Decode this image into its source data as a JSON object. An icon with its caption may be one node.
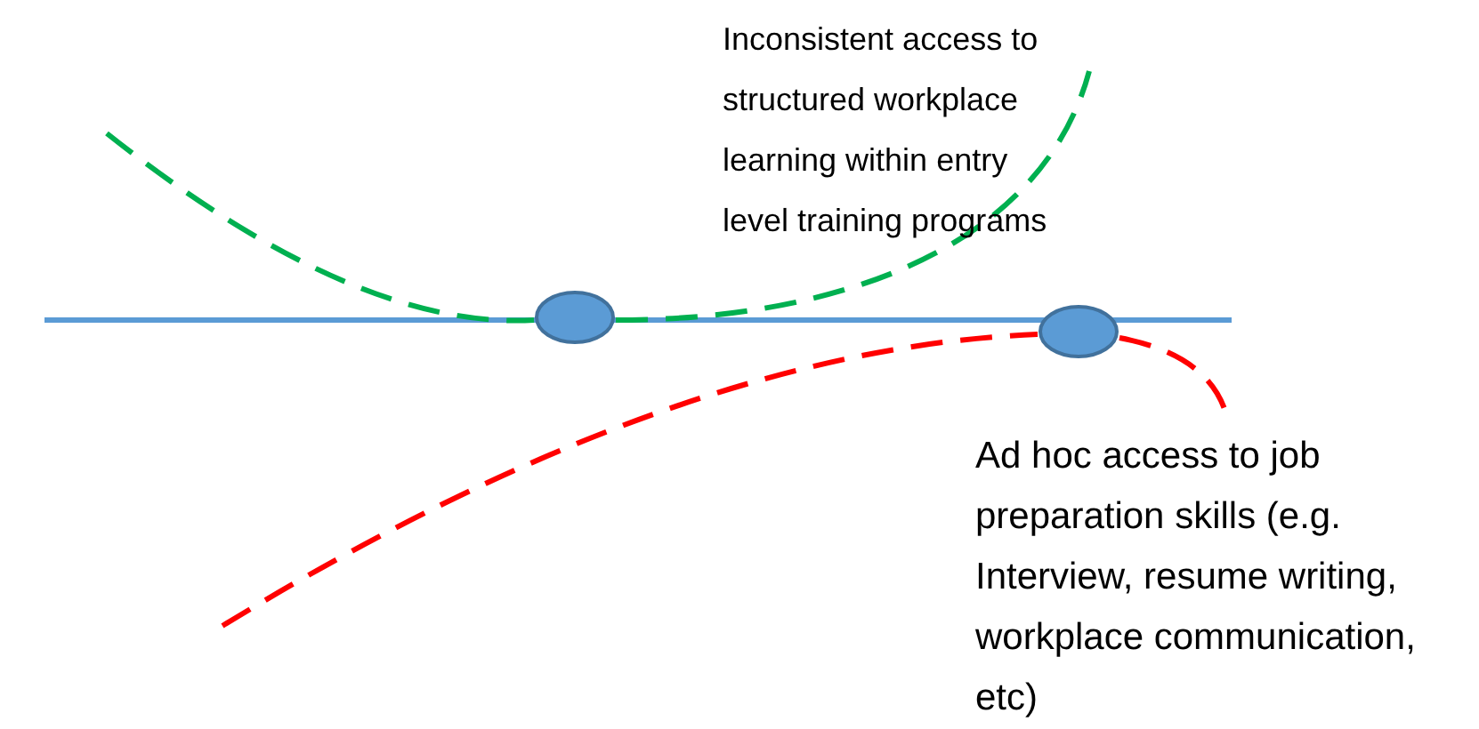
{
  "diagram": {
    "nodes": [
      {
        "text": [],
        "shape": "ellipse"
      },
      {
        "text": [],
        "shape": "ellipse"
      }
    ],
    "labels": [
      "Inconsistent access to structured workplace learning within entry level training programs",
      "Ad hoc access to job preparation skills (e.g. Interview, resume writing, workplace communication, etc)"
    ]
  }
}
